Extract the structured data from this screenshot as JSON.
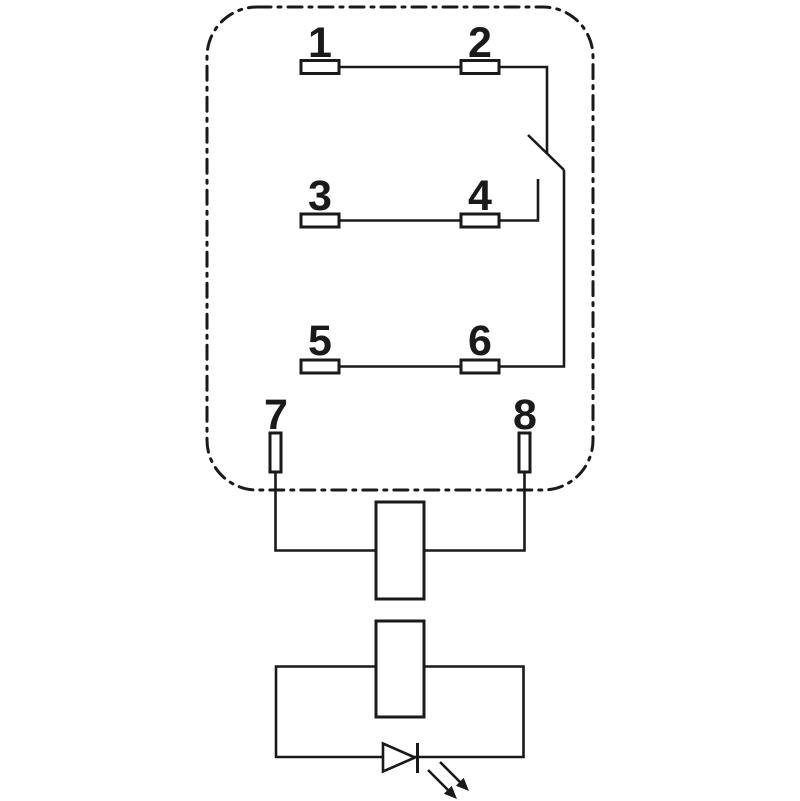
{
  "page": {
    "background_color": "#ffffff",
    "line_color": "#1a1a1a"
  },
  "diagram": {
    "type": "relay-schematic",
    "pins": [
      {
        "label": "1"
      },
      {
        "label": "2"
      },
      {
        "label": "3"
      },
      {
        "label": "4"
      },
      {
        "label": "5"
      },
      {
        "label": "6"
      },
      {
        "label": "7"
      },
      {
        "label": "8"
      }
    ]
  }
}
